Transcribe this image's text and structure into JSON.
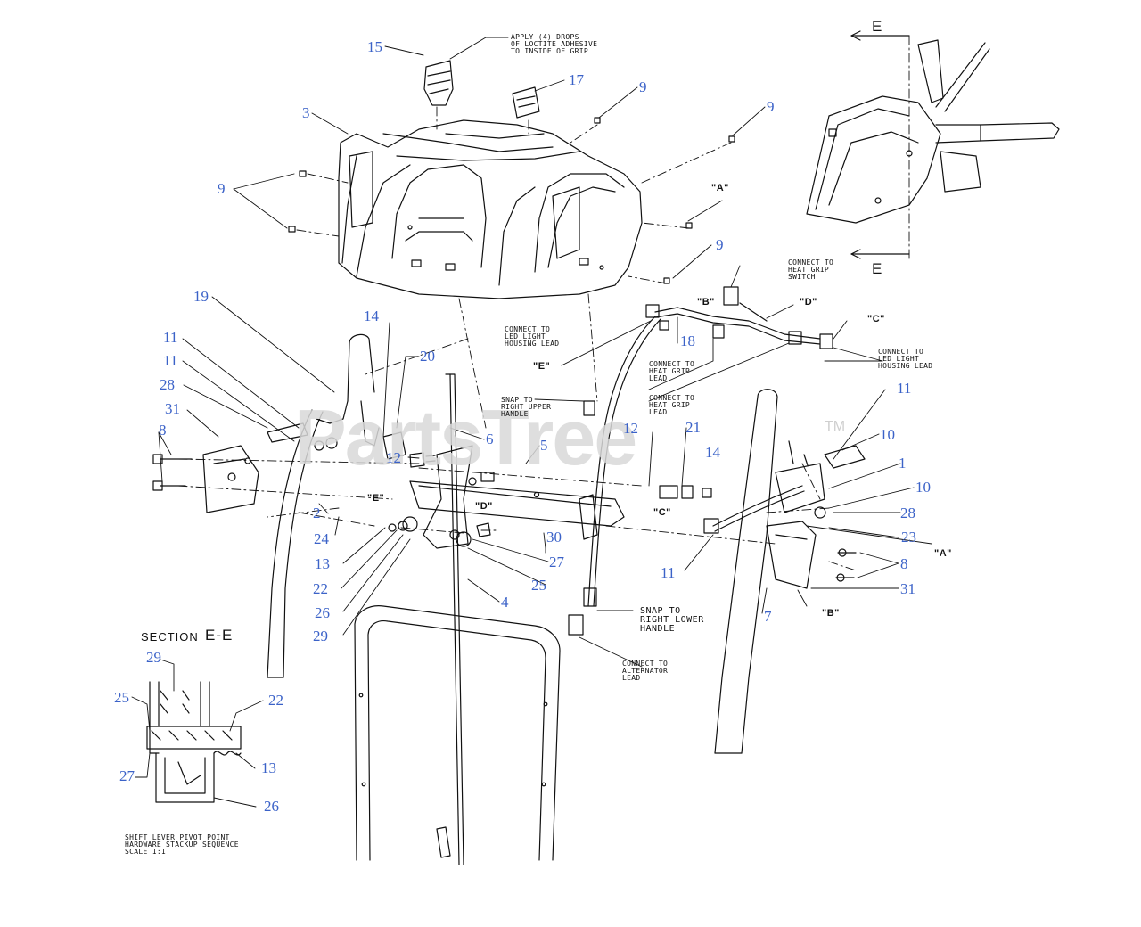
{
  "watermark": {
    "text": "PartsTree",
    "tm": "TM"
  },
  "section": {
    "label": "SECTION",
    "name": "E-E"
  },
  "section_marks": [
    "E",
    "E"
  ],
  "notes": {
    "loctite": "APPLY (4) DROPS\nOF LOCTITE ADHESIVE\nTO INSIDE OF GRIP",
    "heat_grip_switch": "CONNECT TO\nHEAT GRIP\nSWITCH",
    "led_left": "CONNECT TO\nLED LIGHT\nHOUSING LEAD",
    "led_right": "CONNECT TO\nLED LIGHT\nHOUSING LEAD",
    "heat_grip_1": "CONNECT TO\nHEAT GRIP\nLEAD",
    "heat_grip_2": "CONNECT TO\nHEAT GRIP\nLEAD",
    "snap_upper": "SNAP TO\nRIGHT UPPER\nHANDLE",
    "snap_lower": "SNAP TO\nRIGHT LOWER\nHANDLE",
    "alternator": "CONNECT TO\nALTERNATOR\nLEAD",
    "stackup": "SHIFT LEVER PIVOT POINT\nHARDWARE STACKUP SEQUENCE\nSCALE 1:1"
  },
  "ref_labels": {
    "A_top": "\"A\"",
    "B_top": "\"B\"",
    "D_top": "\"D\"",
    "C_top": "\"C\"",
    "E_mid": "\"E\"",
    "E_left": "\"E\"",
    "D_mid": "\"D\"",
    "C_mid": "\"C\"",
    "A_right": "\"A\"",
    "B_bottom": "\"B\""
  },
  "callouts": {
    "c15": "15",
    "c17": "17",
    "c9a": "9",
    "c9b": "9",
    "c3": "3",
    "c9c": "9",
    "c9d": "9",
    "c19": "19",
    "c14a": "14",
    "c11a": "11",
    "c11b": "11",
    "c20": "20",
    "c28a": "28",
    "c31a": "31",
    "c18": "18",
    "c8a": "8",
    "c12a": "12",
    "c6": "6",
    "c5": "5",
    "c12b": "12",
    "c21": "21",
    "c11c": "11",
    "c10a": "10",
    "c14b": "14",
    "c1": "1",
    "c10b": "10",
    "c2": "2",
    "c24": "24",
    "c30": "30",
    "c28b": "28",
    "c13a": "13",
    "c23": "23",
    "c27a": "27",
    "c8b": "8",
    "c22a": "22",
    "c25a": "25",
    "c11d": "11",
    "c31b": "31",
    "c26a": "26",
    "c4": "4",
    "c7": "7",
    "c29a": "29",
    "c29b": "29",
    "c25b": "25",
    "c22b": "22",
    "c27b": "27",
    "c13b": "13",
    "c26b": "26"
  }
}
